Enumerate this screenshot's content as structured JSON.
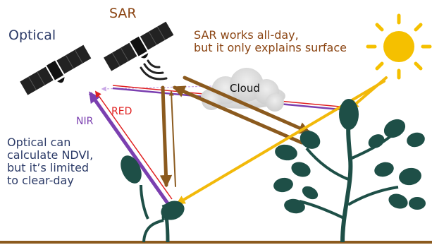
{
  "labels": {
    "optical": "Optical",
    "sar": "SAR",
    "sar_note_line1": "SAR works all-day,",
    "sar_note_line2": "but it only explains surface",
    "cloud": "Cloud",
    "red": "RED",
    "nir": "NIR",
    "optical_note_line1": "Optical can",
    "optical_note_line2": "calculate NDVI,",
    "optical_note_line3": "but it’s limited",
    "optical_note_line4": "to clear-day"
  },
  "colors": {
    "optical_text": "#2b3a67",
    "sar_text": "#8b4513",
    "sar_arrow": "#8b5a1e",
    "sun": "#f5c000",
    "sun_ray": "#f2b90a",
    "nir_arrow": "#7b3fb0",
    "red_arrow": "#e02020",
    "leaf": "#1e4f47",
    "ground": "#8b5a1e",
    "cloud": "#d9d9d9",
    "satellite": "#222222"
  },
  "icons": [
    "optical-satellite-icon",
    "sar-satellite-icon",
    "sun-icon",
    "cloud-icon",
    "small-plant-icon",
    "large-plant-icon"
  ]
}
